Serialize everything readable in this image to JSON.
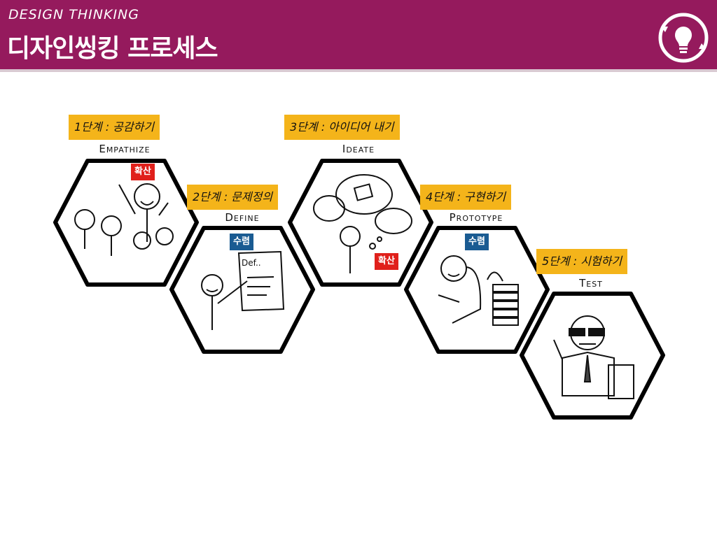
{
  "header": {
    "kicker": "DESIGN THINKING",
    "title": "디자인씽킹 프로세스",
    "logo_icon": "lightbulb-cycle-icon",
    "bg_color": "#951a5d"
  },
  "stages": [
    {
      "label": "1단계 : 공감하기",
      "name": "Empathize",
      "badge": "확산",
      "badge_color": "#e0201b",
      "illustration": "group-of-people-sketch-icon"
    },
    {
      "label": "2단계 : 문제정의",
      "name": "Define",
      "badge": "수렴",
      "badge_color": "#1a5b92",
      "illustration": "person-writing-definition-icon",
      "note": "Def.."
    },
    {
      "label": "3단계 : 아이디어 내기",
      "name": "Ideate",
      "badge": "확산",
      "badge_color": "#e0201b",
      "illustration": "person-thinking-clouds-icon"
    },
    {
      "label": "4단계 : 구현하기",
      "name": "Prototype",
      "badge": "수렴",
      "badge_color": "#1a5b92",
      "illustration": "person-building-blocks-icon"
    },
    {
      "label": "5단계 : 시험하기",
      "name": "Test",
      "badge": null,
      "badge_color": null,
      "illustration": "person-sunglasses-clipboard-icon"
    }
  ]
}
